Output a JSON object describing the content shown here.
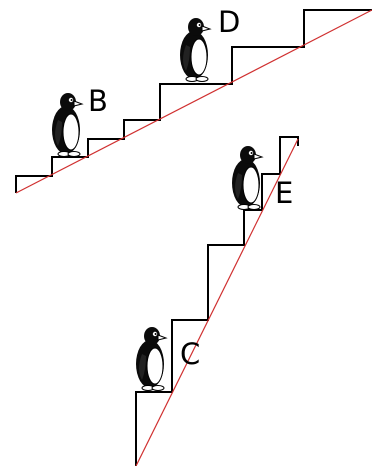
{
  "labels": {
    "b": "B",
    "c": "C",
    "d": "D",
    "e": "E"
  },
  "colors": {
    "slope_line": "#d03030",
    "stairs": "#000000",
    "background": "#ffffff"
  },
  "icons": [
    "penguin-icon"
  ]
}
